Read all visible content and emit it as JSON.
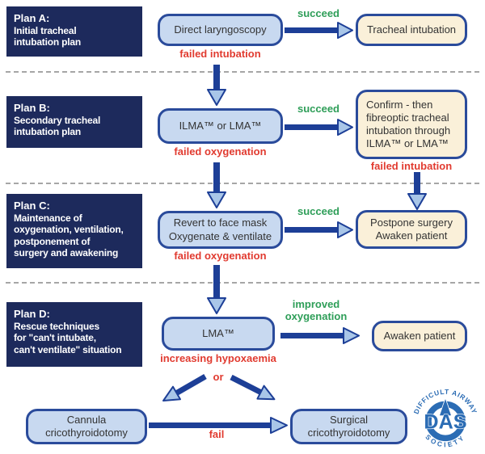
{
  "colors": {
    "navy": "#1d2a5c",
    "node_fill": "#c8d9f0",
    "node_border": "#2a4b9b",
    "cream_fill": "#faf0d9",
    "arrow_stem": "#1d3f97",
    "arrow_head": "#a9c6e8",
    "green": "#2e9e58",
    "red": "#e13b30",
    "dash_gray": "#a6a6a6",
    "logo_blue": "#2b6cb4"
  },
  "plan_a": {
    "title": "Plan A:",
    "desc": "Initial tracheal\nintubation plan",
    "node": "Direct laryngoscopy",
    "success_label": "succeed",
    "outcome": "Tracheal intubation",
    "fail_label": "failed intubation"
  },
  "plan_b": {
    "title": "Plan B:",
    "desc": "Secondary tracheal\nintubation plan",
    "node": "ILMA™ or LMA™",
    "success_label": "succeed",
    "outcome": "Confirm - then\nfibreoptic tracheal\nintubation through\nILMA™ or LMA™",
    "fail_label": "failed oxygenation",
    "outcome_fail_label": "failed intubation"
  },
  "plan_c": {
    "title": "Plan C:",
    "desc": "Maintenance of\noxygenation, ventilation,\npostponement of\nsurgery and awakening",
    "node": "Revert to face mask\nOxygenate & ventilate",
    "success_label": "succeed",
    "outcome": "Postpone surgery\nAwaken patient",
    "fail_label": "failed oxygenation"
  },
  "plan_d": {
    "title": "Plan D:",
    "desc": "Rescue techniques\nfor \"can't intubate,\ncan't ventilate\" situation",
    "node": "LMA™",
    "success_label": "improved\noxygenation",
    "outcome": "Awaken patient",
    "fail_label": "increasing hypoxaemia",
    "or_label": "or"
  },
  "bottom": {
    "left_node": "Cannula\ncricothyroidotomy",
    "right_node": "Surgical\ncricothyroidotomy",
    "fail_label": "fail"
  },
  "logo": {
    "top_text": "DIFFICULT AIRWAY",
    "bottom_text": "SOCIETY",
    "center_text": "DAS"
  }
}
